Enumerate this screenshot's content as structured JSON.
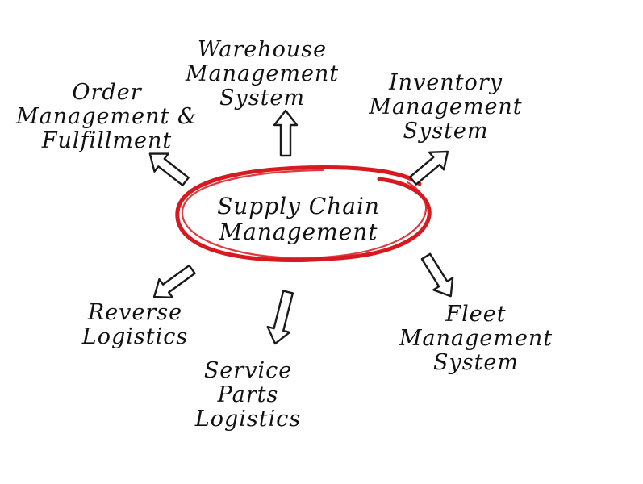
{
  "center": {
    "lines": [
      "Supply Chain",
      "Management"
    ],
    "ring_color": "#d71920"
  },
  "nodes": [
    {
      "id": "warehouse",
      "lines": [
        "Warehouse",
        "Management",
        "System"
      ]
    },
    {
      "id": "order",
      "lines": [
        "Order",
        "Management &",
        "Fulfillment"
      ]
    },
    {
      "id": "inventory",
      "lines": [
        "Inventory",
        "Management",
        "System"
      ]
    },
    {
      "id": "reverse",
      "lines": [
        "Reverse",
        "Logistics"
      ]
    },
    {
      "id": "service",
      "lines": [
        "Service",
        "Parts",
        "Logistics"
      ]
    },
    {
      "id": "fleet",
      "lines": [
        "Fleet",
        "Management",
        "System"
      ]
    }
  ],
  "style": {
    "ink_color": "#111111",
    "background": "#ffffff"
  }
}
